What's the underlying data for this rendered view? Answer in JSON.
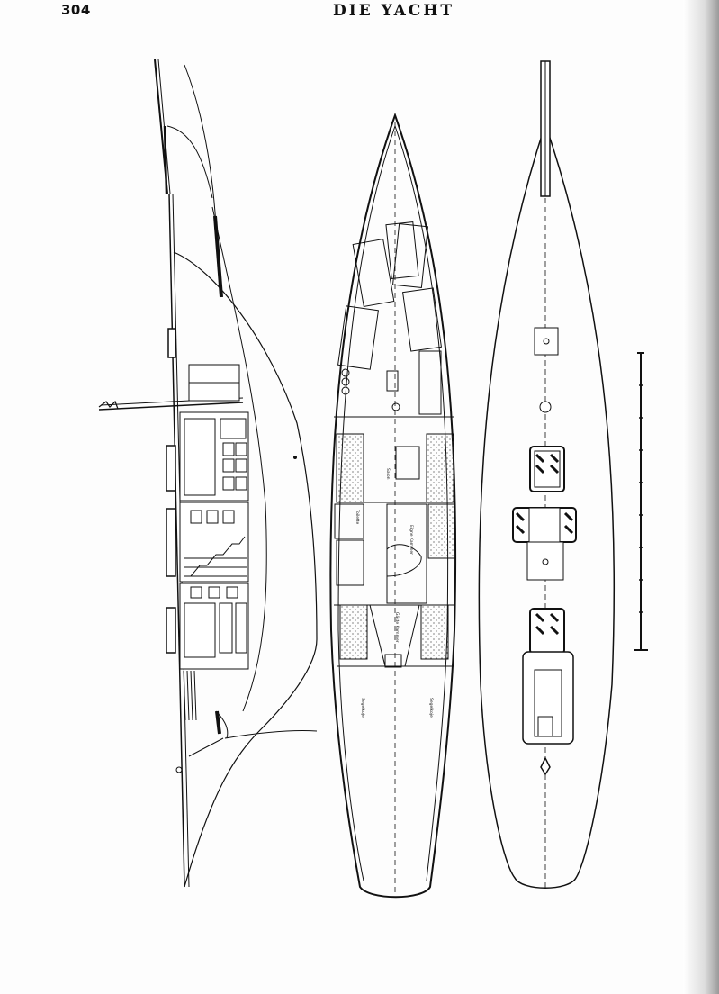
{
  "header": {
    "page_number": "304",
    "running_title": "DIE YACHT"
  },
  "drawings": {
    "left": "longitudinal-section-drawing",
    "middle": "accommodation-plan-drawing",
    "right": "deck-plan-drawing"
  },
  "plan_labels": {
    "salon": "Salon",
    "eignes_kammer": "Eigne Kammer",
    "toilette": "Toilette",
    "gaste_kammer": "Gäste Kammer",
    "segelkoje_port": "Segelkoje",
    "segelkoje_stbd": "Segelkoje"
  }
}
